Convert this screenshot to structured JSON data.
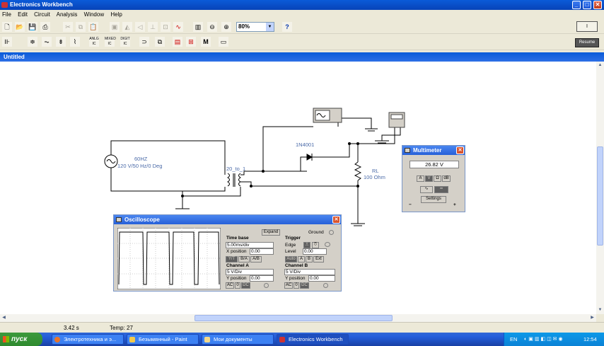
{
  "app": {
    "title": "Electronics Workbench"
  },
  "menu": [
    "File",
    "Edit",
    "Circuit",
    "Analysis",
    "Window",
    "Help"
  ],
  "toolbar": {
    "zoom_value": "80%",
    "help_glyph": "?",
    "row2_labels": {
      "analog": "ANLG IC",
      "mixed": "MIXED IC",
      "digital": "DIGIT IC",
      "misc": "M"
    },
    "pause_label": "I",
    "resume_label": "Resume"
  },
  "document": {
    "title": "Untitled"
  },
  "circuit": {
    "source_freq": "60HZ",
    "source_spec": "120 V/50 Hz/0 Deg",
    "transformer": "20_to_1",
    "diode": "1N4001",
    "load_name": "RL",
    "load_value": "100 Ohm"
  },
  "multimeter": {
    "title": "Multimeter",
    "reading": "26.82 V",
    "modes": [
      "A",
      "V",
      "Ω",
      "dB"
    ],
    "settings_label": "Settings",
    "minus": "−",
    "plus": "+"
  },
  "oscilloscope": {
    "title": "Oscilloscope",
    "expand_label": "Expand",
    "ground_label": "Ground",
    "timebase_label": "Time base",
    "timebase_value": "5.00ms/div",
    "xpos_label": "X position",
    "xpos_value": "0.00",
    "timebase_modes": [
      "Y/T",
      "B/A",
      "A/B"
    ],
    "trigger_label": "Trigger",
    "edge_label": "Edge",
    "level_label": "Level",
    "level_value": "0.00",
    "trigger_sources": [
      "Auto",
      "A",
      "B",
      "Ext"
    ],
    "channel_a": {
      "label": "Channel A",
      "scale": "5  V/Div",
      "ypos_label": "Y position",
      "ypos_value": "0.00",
      "coupling": [
        "AC",
        "0",
        "DC"
      ]
    },
    "channel_b": {
      "label": "Channel B",
      "scale": "5  V/Div",
      "ypos_label": "Y position",
      "ypos_value": "0.00",
      "coupling": [
        "AC",
        "0",
        "DC"
      ]
    }
  },
  "status": {
    "time": "3.42 s",
    "temp": "Temp:  27"
  },
  "taskbar": {
    "start_label": "пуск",
    "tasks": [
      "Электротехника и э...",
      "Безымянный - Paint",
      "Мои документы",
      "Electronics Workbench"
    ],
    "language": "EN",
    "clock": "12:54"
  }
}
